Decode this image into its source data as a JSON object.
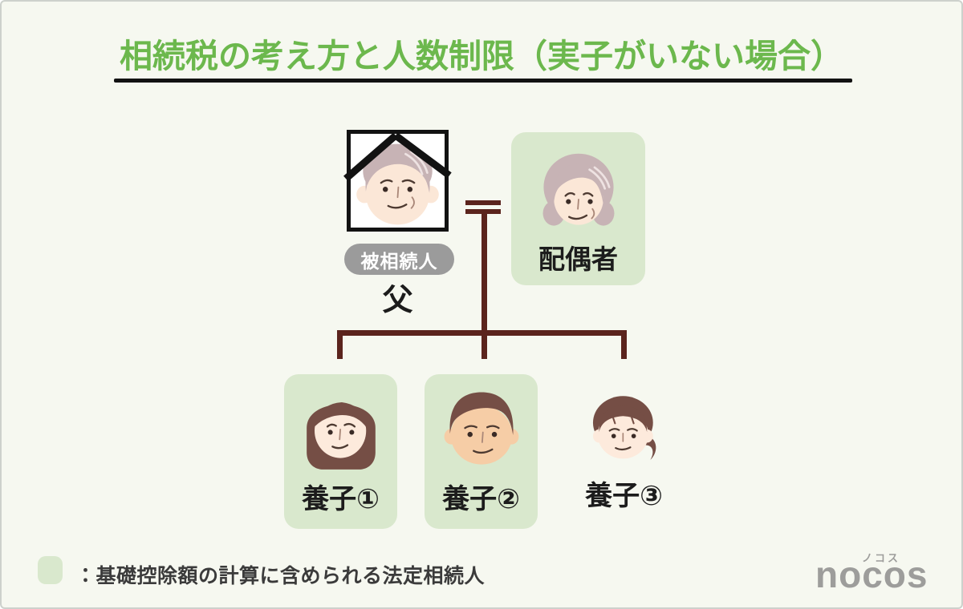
{
  "title": "相続税の考え方と人数制限（実子がいない場合）",
  "tree": {
    "father": {
      "badge": "被相続人",
      "label": "父"
    },
    "spouse": {
      "label": "配偶者"
    },
    "children": [
      {
        "label": "養子①",
        "highlighted": true
      },
      {
        "label": "養子②",
        "highlighted": true
      },
      {
        "label": "養子③",
        "highlighted": false
      }
    ]
  },
  "legend": {
    "text": "：基礎控除額の計算に含められる法定相続人"
  },
  "logo": {
    "kana": "ノコス",
    "name": "nocos"
  },
  "colors": {
    "background": "#f6f8f0",
    "title_green": "#6cb84d",
    "box_green": "#d9e8cd",
    "line_maroon": "#5b241d",
    "badge_gray": "#9b9b9b",
    "logo_gray": "#9d9d9b",
    "ink": "#1c1c1c"
  }
}
